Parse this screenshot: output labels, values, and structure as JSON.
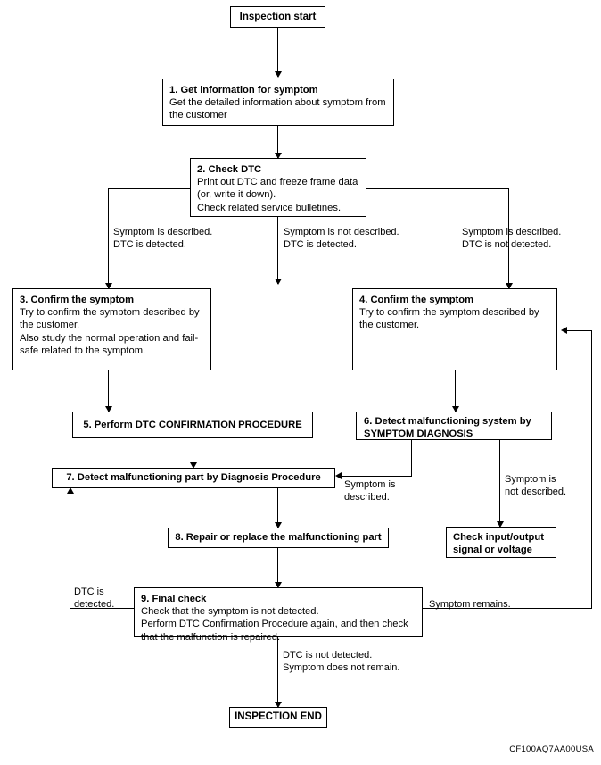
{
  "diagram": {
    "figure_code": "CF100AQ7AA00USA",
    "nodes": {
      "start": {
        "title": "Inspection start"
      },
      "step1": {
        "title": "1. Get information for symptom",
        "body": "Get the detailed information about symptom from the customer"
      },
      "step2": {
        "title": "2. Check DTC",
        "body": "Print out DTC and freeze frame data\n(or, write it down).\nCheck related service bulletines."
      },
      "step3": {
        "title": "3. Confirm the symptom",
        "body": "Try to confirm the symptom described by the customer.\nAlso study the normal operation and fail-safe related to the symptom."
      },
      "step4": {
        "title": "4. Confirm the symptom",
        "body": "Try to confirm the symptom described by the customer."
      },
      "step5": {
        "title": "5. Perform DTC CONFIRMATION PROCEDURE"
      },
      "step6": {
        "title": "6. Detect malfunctioning system by SYMPTOM DIAGNOSIS"
      },
      "step7": {
        "title": "7. Detect malfunctioning part by Diagnosis Procedure"
      },
      "step8": {
        "title": "8. Repair or replace the malfunctioning part"
      },
      "step9": {
        "title": "9. Final check",
        "body": "Check that the symptom is not detected.\nPerform DTC Confirmation Procedure again, and then check that the malfunction is repaired."
      },
      "check_io": {
        "title": "Check input/output signal or voltage"
      },
      "end": {
        "title": "INSPECTION END"
      }
    },
    "edge_labels": {
      "branch_left": "Symptom is described.\nDTC is detected.",
      "branch_middle": "Symptom is not described.\nDTC is detected.",
      "branch_right": "Symptom is described.\nDTC is not detected.",
      "symptom_described": "Symptom is\ndescribed.",
      "symptom_not_described": "Symptom is\nnot described.",
      "dtc_is_detected": "DTC is\ndetected.",
      "symptom_remains": "Symptom remains.",
      "dtc_not_detected": "DTC is not detected.\nSymptom does not remain."
    }
  }
}
